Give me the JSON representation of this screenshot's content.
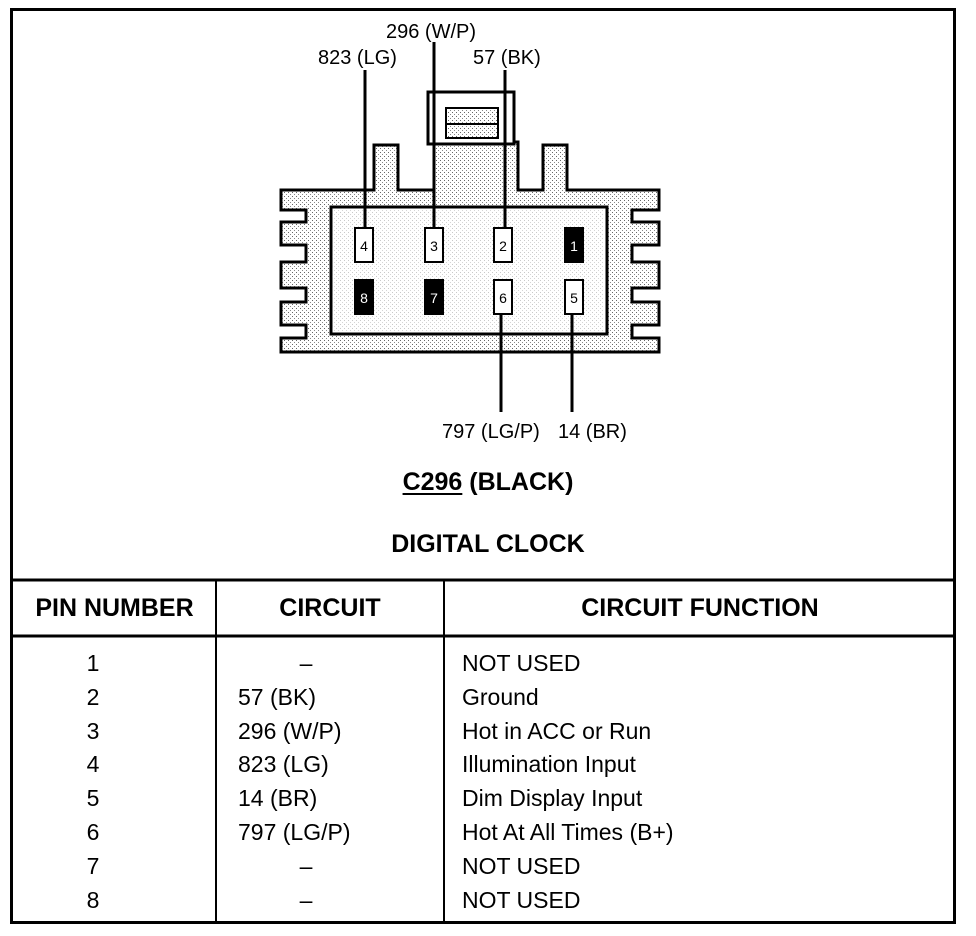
{
  "connector": {
    "id": "C296",
    "color_label": "(BLACK)",
    "component": "DIGITAL CLOCK",
    "wire_labels": {
      "pin3": "296 (W/P)",
      "pin4": "823 (LG)",
      "pin2": "57 (BK)",
      "pin6": "797 (LG/P)",
      "pin5": "14 (BR)"
    },
    "cavities": [
      {
        "pin": "4",
        "filled": false
      },
      {
        "pin": "3",
        "filled": false
      },
      {
        "pin": "2",
        "filled": false
      },
      {
        "pin": "1",
        "filled": true
      },
      {
        "pin": "8",
        "filled": true
      },
      {
        "pin": "7",
        "filled": true
      },
      {
        "pin": "6",
        "filled": false
      },
      {
        "pin": "5",
        "filled": false
      }
    ]
  },
  "table": {
    "headers": {
      "pin": "PIN NUMBER",
      "circuit": "CIRCUIT",
      "function": "CIRCUIT FUNCTION"
    },
    "rows": [
      {
        "pin": "1",
        "circuit": "–",
        "function": "NOT USED"
      },
      {
        "pin": "2",
        "circuit": "57 (BK)",
        "function": "Ground"
      },
      {
        "pin": "3",
        "circuit": "296 (W/P)",
        "function": "Hot in ACC or Run"
      },
      {
        "pin": "4",
        "circuit": "823 (LG)",
        "function": "Illumination Input"
      },
      {
        "pin": "5",
        "circuit": "14 (BR)",
        "function": "Dim Display Input"
      },
      {
        "pin": "6",
        "circuit": "797 (LG/P)",
        "function": "Hot At All Times (B+)"
      },
      {
        "pin": "7",
        "circuit": "–",
        "function": "NOT USED"
      },
      {
        "pin": "8",
        "circuit": "–",
        "function": "NOT USED"
      }
    ]
  }
}
